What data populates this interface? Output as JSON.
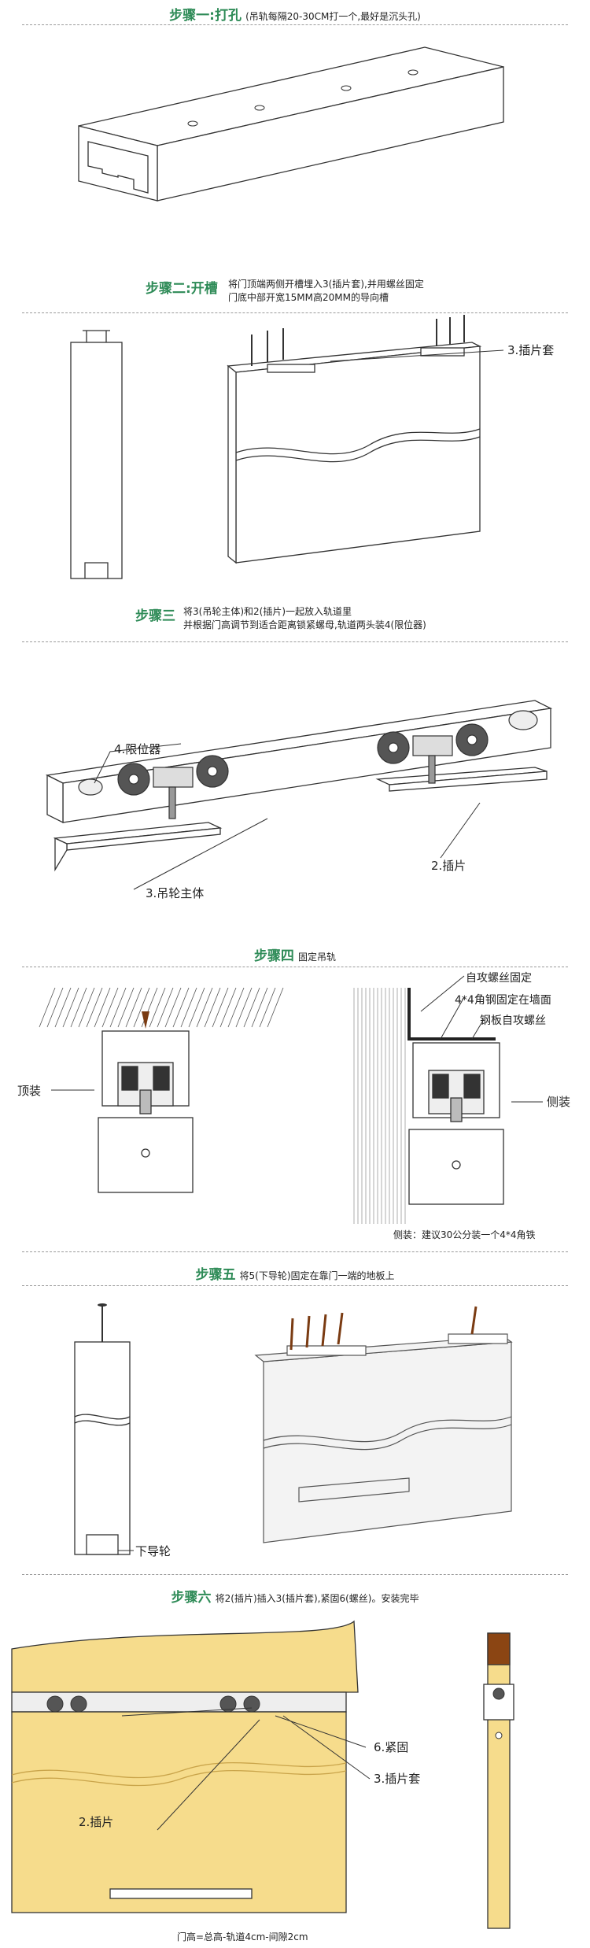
{
  "step1": {
    "title": "步骤一:打孔",
    "note": "(吊轨每隔20-30CM打一个,最好是沉头孔)"
  },
  "step2": {
    "title": "步骤二:开槽",
    "note_line1": "将门顶端两侧开槽埋入3(插片套),并用螺丝固定",
    "note_line2": "门底中部开宽15MM高20MM的导向槽",
    "label_3": "3.插片套"
  },
  "step3": {
    "title": "步骤三",
    "note_line1": "将3(吊轮主体)和2(插片)一起放入轨道里",
    "note_line2": "并根据门高调节到适合距离锁紧螺母,轨道两头装4(限位器)",
    "label_4": "4.限位器",
    "label_3": "3.吊轮主体",
    "label_2": "2.插片"
  },
  "step4": {
    "title": "步骤四",
    "note": "固定吊轨",
    "label_top": "顶装",
    "label_side": "侧装",
    "label_screw": "自攻螺丝固定",
    "label_bracket": "4*4角钢固定在墙面",
    "label_plate": "钢板自攻螺丝",
    "footnote": "侧装：建议30公分装一个4*4角铁"
  },
  "step5": {
    "title": "步骤五",
    "note": "将5(下导轮)固定在靠门一端的地板上",
    "label_wheel": "下导轮"
  },
  "step6": {
    "title": "步骤六",
    "note": "将2(插片)插入3(插片套),紧固6(螺丝)。安装完毕",
    "label_2": "2.插片",
    "label_6": "6.紧固",
    "label_3": "3.插片套",
    "formula": "门高=总高-轨道4cm-间隙2cm"
  },
  "colors": {
    "accent": "#2e8b57",
    "door": "#f6dc8c",
    "door_edge": "#d9b75a",
    "line": "#333333"
  }
}
